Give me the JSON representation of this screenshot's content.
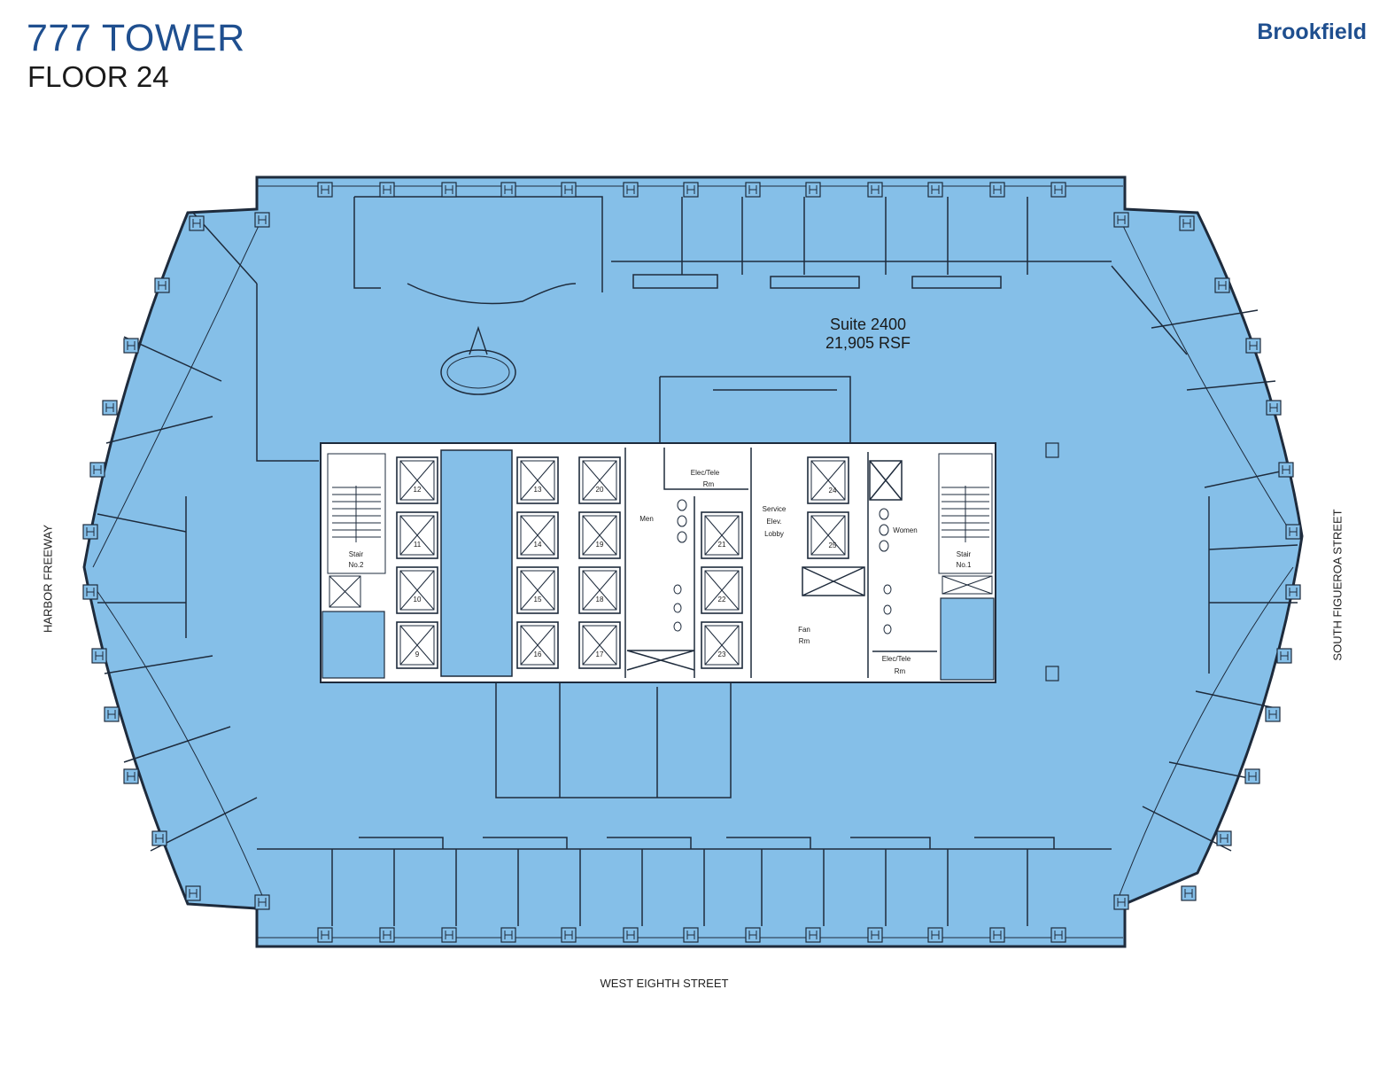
{
  "header": {
    "title": "777 TOWER",
    "subtitle": "FLOOR 24",
    "brand": "Brookfield"
  },
  "suite": {
    "name": "Suite 2400",
    "area": "21,905 RSF"
  },
  "streets": {
    "bottom": "WEST EIGHTH STREET",
    "left": "HARBOR FREEWAY",
    "right": "SOUTH FIGUEROA STREET"
  },
  "core": {
    "stair_2": "Stair",
    "stair_2_no": "No.2",
    "stair_1": "Stair",
    "stair_1_no": "No.1",
    "men": "Men",
    "women": "Women",
    "elec_tele_top": "Elec/Tele",
    "elec_tele_top_rm": "Rm",
    "service_1": "Service",
    "service_2": "Elev.",
    "service_3": "Lobby",
    "fan": "Fan",
    "fan_rm": "Rm",
    "elec_tele_bottom": "Elec/Tele",
    "elec_tele_bottom_rm": "Rm"
  },
  "elevators": {
    "e9": "9",
    "e10": "10",
    "e11": "11",
    "e12": "12",
    "e13": "13",
    "e14": "14",
    "e15": "15",
    "e16": "16",
    "e17": "17",
    "e18": "18",
    "e19": "19",
    "e20": "20",
    "e21": "21",
    "e22": "22",
    "e23": "23",
    "e24": "24",
    "e25": "25"
  },
  "colors": {
    "suite_fill": "#85bfe8",
    "wall": "#1e2b3c",
    "title": "#1f4f8f"
  }
}
